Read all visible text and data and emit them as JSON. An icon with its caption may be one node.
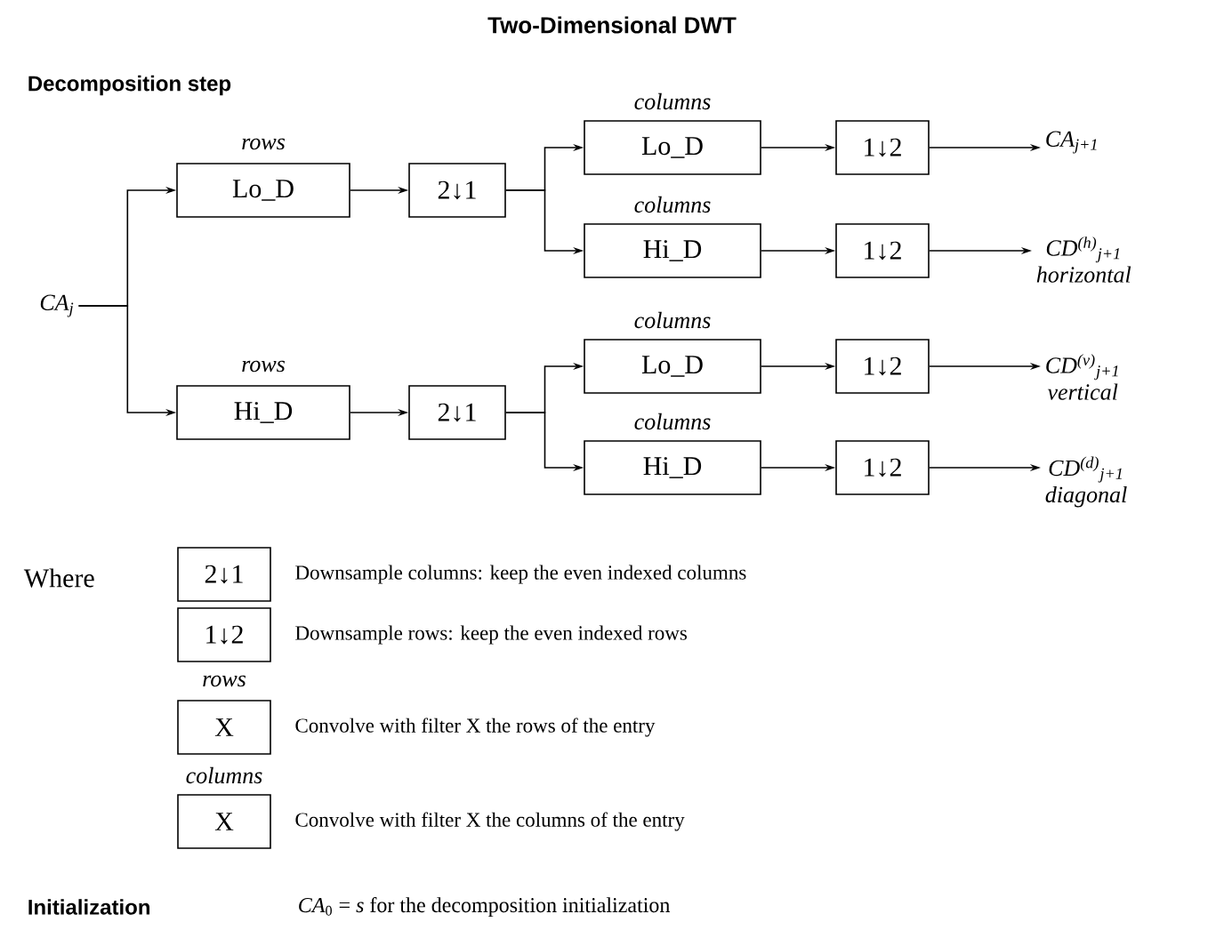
{
  "diagram": {
    "title": "Two-Dimensional DWT",
    "nodes": [
      {
        "text": [
          "CA$_{j}$"
        ]
      },
      {
        "text": [
          "rows",
          "Lo_D"
        ]
      },
      {
        "text": [
          "2↓1"
        ]
      },
      {
        "text": [
          "columns",
          "Lo_D"
        ]
      },
      {
        "text": [
          "1↓2"
        ]
      },
      {
        "text": [
          "CA$_{j+1}$"
        ]
      },
      {
        "text": [
          "columns",
          "Hi_D"
        ]
      },
      {
        "text": [
          "1↓2"
        ]
      },
      {
        "text": [
          "CD$^{(h)}$$_{j+1}$",
          "horizontal"
        ]
      },
      {
        "text": [
          "rows",
          "Hi_D"
        ]
      },
      {
        "text": [
          "2↓1"
        ]
      },
      {
        "text": [
          "columns",
          "Lo_D"
        ]
      },
      {
        "text": [
          "1↓2"
        ]
      },
      {
        "text": [
          "CD$^{(v)}$$_{j+1}$",
          "vertical"
        ]
      },
      {
        "text": [
          "columns",
          "Hi_D"
        ]
      },
      {
        "text": [
          "1↓2"
        ]
      },
      {
        "text": [
          "CD$^{(d)}$$_{j+1}$",
          "diagonal"
        ]
      },
      {
        "text": [
          "2↓1"
        ],
        "beside": [
          "Downsample columns: keep the even indexed columns"
        ]
      },
      {
        "text": [
          "1↓2"
        ],
        "beside": [
          "Downsample rows: keep the even indexed rows"
        ]
      },
      {
        "text": [
          "rows",
          "X"
        ],
        "beside": [
          "Convolve with filter X the rows of the entry"
        ]
      },
      {
        "text": [
          "columns",
          "X"
        ],
        "beside": [
          "Convolve with filter X the columns of the entry"
        ]
      }
    ],
    "edges": [
      {
        "from": 0,
        "to": 1,
        "arrow": "to"
      },
      {
        "from": 0,
        "to": 9,
        "arrow": "to"
      },
      {
        "from": 1,
        "to": 2,
        "arrow": "to"
      },
      {
        "from": 2,
        "to": 3,
        "arrow": "to"
      },
      {
        "from": 2,
        "to": 6,
        "arrow": "to"
      },
      {
        "from": 3,
        "to": 4,
        "arrow": "to"
      },
      {
        "from": 4,
        "to": 5,
        "arrow": "to"
      },
      {
        "from": 6,
        "to": 7,
        "arrow": "to"
      },
      {
        "from": 7,
        "to": 8,
        "arrow": "to"
      },
      {
        "from": 9,
        "to": 10,
        "arrow": "to"
      },
      {
        "from": 10,
        "to": 11,
        "arrow": "to"
      },
      {
        "from": 10,
        "to": 14,
        "arrow": "to"
      },
      {
        "from": 11,
        "to": 12,
        "arrow": "to"
      },
      {
        "from": 12,
        "to": 13,
        "arrow": "to"
      },
      {
        "from": 14,
        "to": 15,
        "arrow": "to"
      },
      {
        "from": 15,
        "to": 16,
        "arrow": "to"
      }
    ],
    "labels": [
      "Decomposition step",
      "Where",
      "Initialization",
      "*CA*$_{0}$ = *s* for the decomposition initialization"
    ]
  }
}
